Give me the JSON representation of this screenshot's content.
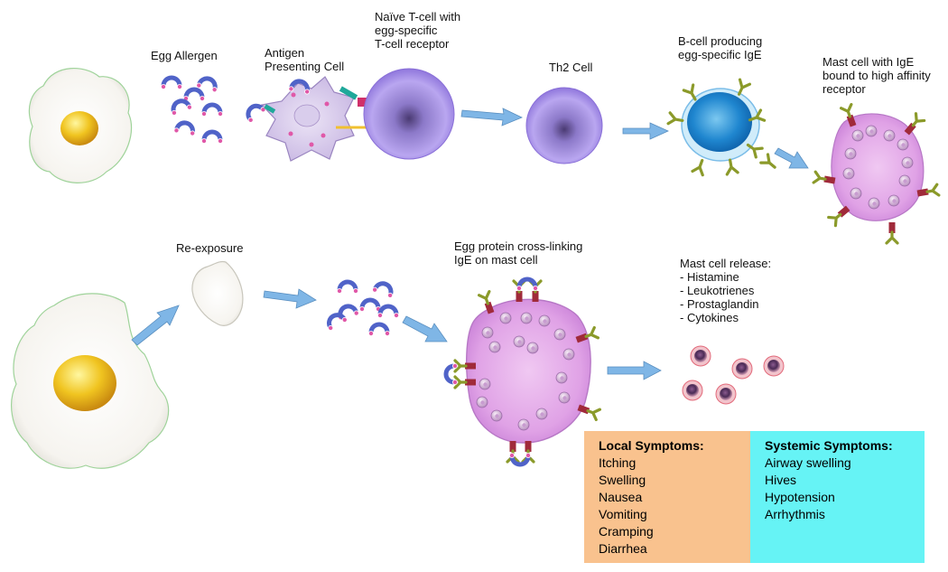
{
  "labels": {
    "egg_allergen": "Egg Allergen",
    "apc": "Antigen\nPresenting Cell",
    "naive_tcell": "Naïve T-cell with\negg-specific\nT-cell receptor",
    "th2": "Th2 Cell",
    "bcell": "B-cell producing\negg-specific IgE",
    "mast_cell": "Mast cell with IgE\nbound to high affinity\nreceptor",
    "reexposure": "Re-exposure",
    "crosslinking": "Egg protein cross-linking\nIgE on mast cell",
    "mast_release": "Mast cell release:\n- Histamine\n- Leukotrienes\n- Prostaglandin\n- Cytokines"
  },
  "local_symptoms": {
    "title": "Local Symptoms:",
    "items": [
      "Itching",
      "Swelling",
      "Nausea",
      "Vomiting",
      "Cramping",
      "Diarrhea"
    ]
  },
  "systemic_symptoms": {
    "title": "Systemic Symptoms:",
    "items": [
      "Airway swelling",
      "Hives",
      "Hypotension",
      "Arrhythmis"
    ]
  },
  "colors": {
    "arrow": "#7fb6e6",
    "local_box": "#f9c28e",
    "systemic_box": "#66f3f5",
    "mast_cell": "#e2a6e6",
    "tcell": "#9f86e3",
    "bcell": "#3ea4e0",
    "allergen": "#5063c8"
  }
}
